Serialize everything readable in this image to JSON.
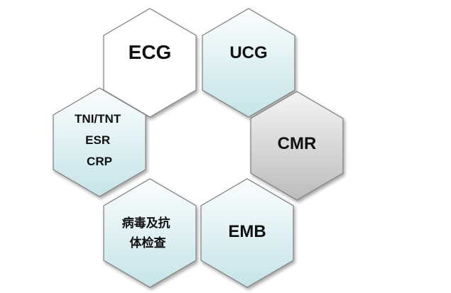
{
  "hexagons": [
    {
      "id": "ecg",
      "lines": [
        "ECG"
      ],
      "fill": "white"
    },
    {
      "id": "ucg",
      "lines": [
        "UCG"
      ],
      "fill": "aqua"
    },
    {
      "id": "cmr",
      "lines": [
        "CMR"
      ],
      "fill": "gray"
    },
    {
      "id": "emb",
      "lines": [
        "EMB"
      ],
      "fill": "aqua"
    },
    {
      "id": "antibody",
      "lines": [
        "病毒及抗",
        "体检查"
      ],
      "fill": "aqua"
    },
    {
      "id": "markers",
      "lines": [
        "TNI/TNT",
        "ESR",
        "CRP"
      ],
      "fill": "aqua"
    }
  ],
  "colors": {
    "stroke": "#7f7f7f",
    "white_top": "#ffffff",
    "white_bottom": "#ffffff",
    "aqua_top": "#fbfdfd",
    "aqua_bottom": "#c5e4e8",
    "gray_top": "#f4f4f4",
    "gray_bottom": "#bcbcbc"
  }
}
